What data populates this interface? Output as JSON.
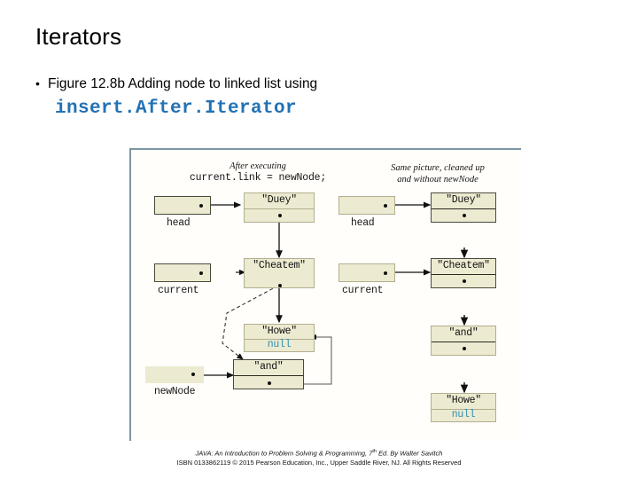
{
  "slide": {
    "title": "Iterators",
    "bullet_marker": "•",
    "bullet_text": "Figure 12.8b Adding node to linked list using",
    "code_emphasis": "insert.After.Iterator",
    "accent_color": "#2272B4"
  },
  "figure": {
    "border_color": "#7b96a3",
    "node_fill": "#ecead0",
    "null_color": "#2e8fb0",
    "left_panel": {
      "caption_italic": "After executing",
      "caption_code": "current.link = newNode;",
      "pointer_boxes": [
        {
          "label": "head"
        },
        {
          "label": "current"
        },
        {
          "label": "newNode"
        }
      ],
      "nodes": [
        {
          "data": "\"Duey\"",
          "link": ""
        },
        {
          "data": "\"Cheatem\"",
          "link": ""
        },
        {
          "data": "\"Howe\"",
          "link": "null"
        },
        {
          "data": "\"and\"",
          "link": ""
        }
      ]
    },
    "right_panel": {
      "caption_italic_line1": "Same picture, cleaned up",
      "caption_italic_line2": "and without newNode",
      "pointer_boxes": [
        {
          "label": "head"
        },
        {
          "label": "current"
        }
      ],
      "nodes": [
        {
          "data": "\"Duey\"",
          "link": ""
        },
        {
          "data": "\"Cheatem\"",
          "link": ""
        },
        {
          "data": "\"and\"",
          "link": ""
        },
        {
          "data": "\"Howe\"",
          "link": "null"
        }
      ]
    }
  },
  "footer": {
    "line1_pre": "JAVA: An Introduction to Problem  Solving & Programming, 7",
    "line1_sup": "th",
    "line1_post": " Ed. By Walter Savitch",
    "line2": "ISBN 0133862119 © 2015 Pearson Education, Inc., Upper Saddle River, NJ. All Rights Reserved"
  }
}
